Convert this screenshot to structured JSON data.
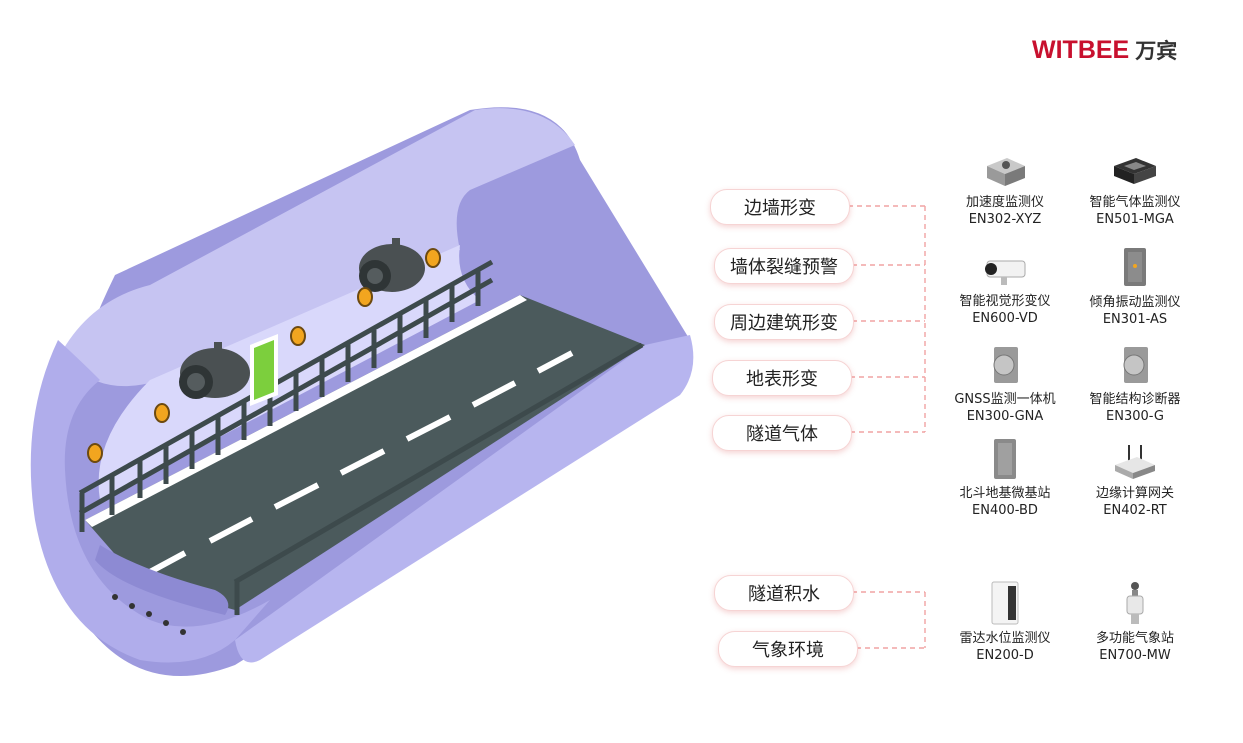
{
  "logo": {
    "brand": "WITBEE",
    "chinese": "万宾"
  },
  "colors": {
    "brand_red": "#c8102e",
    "tunnel": "#a9a6e6",
    "road": "#4b5a5c",
    "accent_orange": "#f2a51f",
    "door_green": "#7ccf3d"
  },
  "pills_top": [
    {
      "label": "边墙形变"
    },
    {
      "label": "墙体裂缝预警"
    },
    {
      "label": "周边建筑形变"
    },
    {
      "label": "地表形变"
    },
    {
      "label": "隧道气体"
    }
  ],
  "pills_bottom": [
    {
      "label": "隧道积水"
    },
    {
      "label": "气象环境"
    }
  ],
  "devices": [
    {
      "name": "加速度监测仪",
      "model": "EN302-XYZ",
      "icon": "accelerometer-icon"
    },
    {
      "name": "智能气体监测仪",
      "model": "EN501-MGA",
      "icon": "gas-monitor-icon"
    },
    {
      "name": "智能视觉形变仪",
      "model": "EN600-VD",
      "icon": "camera-icon"
    },
    {
      "name": "倾角振动监测仪",
      "model": "EN301-AS",
      "icon": "tilt-sensor-icon"
    },
    {
      "name": "GNSS监测一体机",
      "model": "EN300-GNA",
      "icon": "gnss-icon"
    },
    {
      "name": "智能结构诊断器",
      "model": "EN300-G",
      "icon": "structure-diagnostic-icon"
    },
    {
      "name": "北斗地基微基站",
      "model": "EN400-BD",
      "icon": "beidou-station-icon"
    },
    {
      "name": "边缘计算网关",
      "model": "EN402-RT",
      "icon": "router-icon"
    },
    {
      "name": "雷达水位监测仪",
      "model": "EN200-D",
      "icon": "radar-level-icon"
    },
    {
      "name": "多功能气象站",
      "model": "EN700-MW",
      "icon": "weather-station-icon"
    }
  ]
}
